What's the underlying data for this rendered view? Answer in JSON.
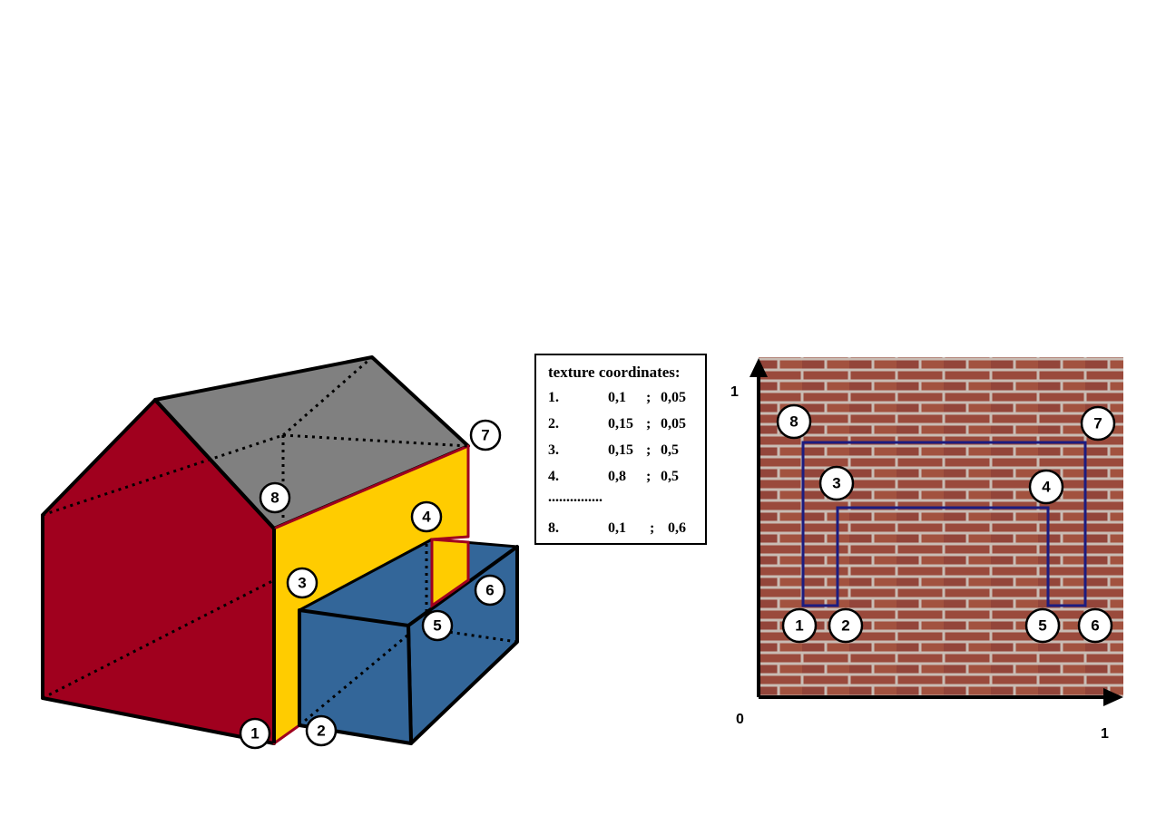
{
  "table": {
    "title": "texture coordinates:",
    "rows": [
      {
        "n": "1.",
        "u": "0,1",
        "sep": ";",
        "v": "0,05"
      },
      {
        "n": "2.",
        "u": "0,15",
        "sep": ";",
        "v": "0,05"
      },
      {
        "n": "3.",
        "u": "0,15",
        "sep": ";",
        "v": "0,5"
      },
      {
        "n": "4.",
        "u": "0,8",
        "sep": ";",
        "v": "0,5"
      }
    ],
    "ellipsis": "...............",
    "last": {
      "n": "8.",
      "u": "0,1",
      "sep": ";",
      "v": "0,6"
    }
  },
  "house_markers": [
    "1",
    "2",
    "3",
    "4",
    "5",
    "6",
    "7",
    "8"
  ],
  "texture_markers": [
    "1",
    "2",
    "3",
    "4",
    "5",
    "6",
    "7",
    "8"
  ],
  "axes": {
    "origin": "0",
    "x_max": "1",
    "y_max": "1"
  },
  "colors": {
    "wall_red": "#a0001e",
    "roof_grey": "#808080",
    "wall_yellow": "#ffcc00",
    "extension_blue": "#336699",
    "outline_blue": "#1c1c80",
    "brick": "#9a4a3c",
    "mortar": "#c9bcb4"
  }
}
